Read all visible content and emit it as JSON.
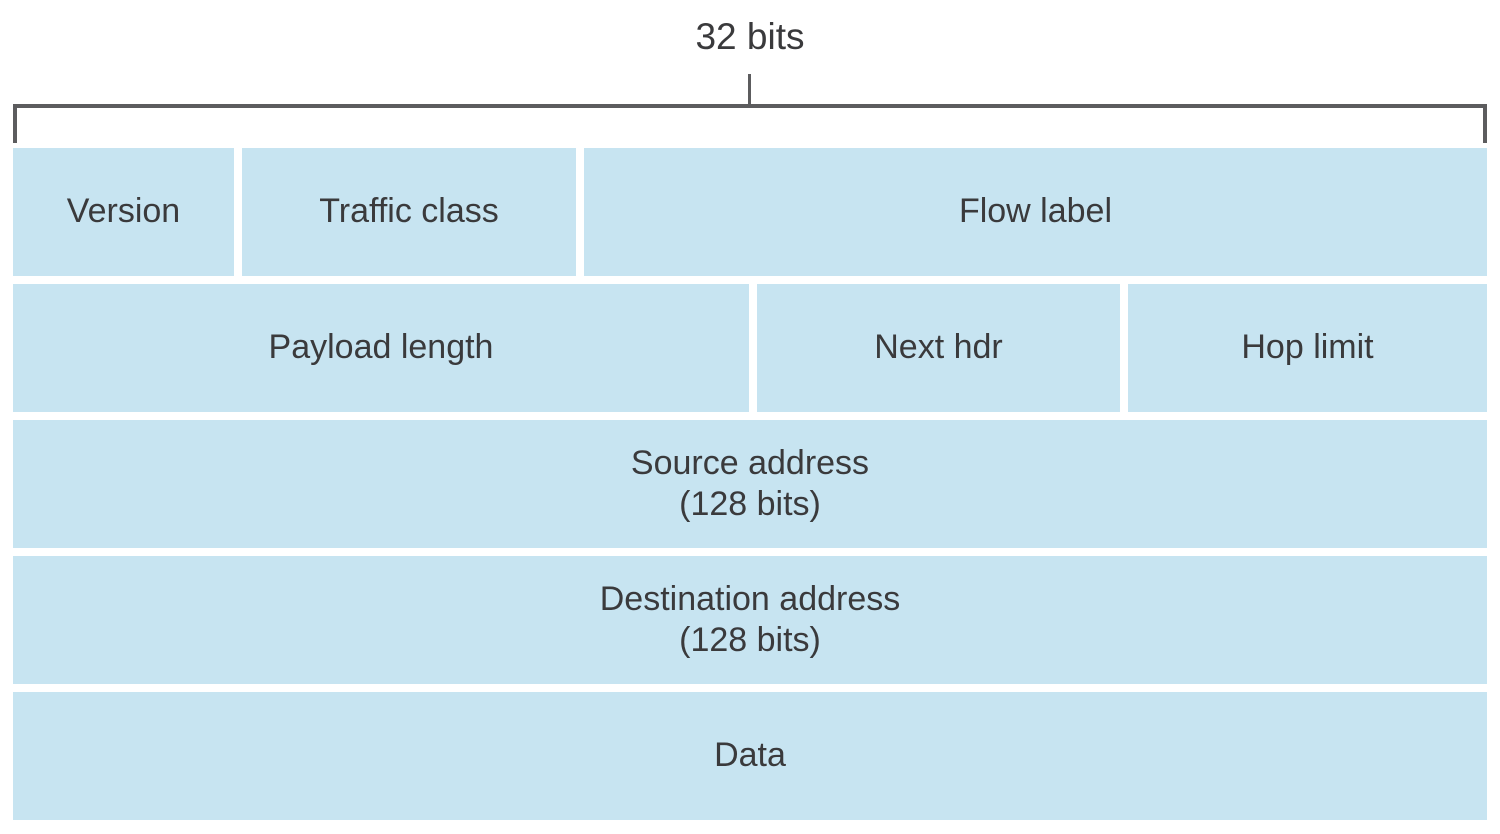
{
  "title": {
    "label": "32 bits"
  },
  "colors": {
    "cell_fill": "#c7e4f1",
    "bracket_line": "#5c5c5e",
    "text": "#3a3a3c",
    "background": "#ffffff"
  },
  "diagram": {
    "name": "ipv6-header-format",
    "rows": [
      {
        "cells": [
          {
            "label": "Version"
          },
          {
            "label": "Traffic class"
          },
          {
            "label": "Flow label"
          }
        ]
      },
      {
        "cells": [
          {
            "label": "Payload length"
          },
          {
            "label": "Next hdr"
          },
          {
            "label": "Hop limit"
          }
        ]
      },
      {
        "cells": [
          {
            "label": "Source address",
            "sublabel": "(128 bits)"
          }
        ]
      },
      {
        "cells": [
          {
            "label": "Destination address",
            "sublabel": "(128 bits)"
          }
        ]
      },
      {
        "cells": [
          {
            "label": "Data"
          }
        ]
      }
    ]
  }
}
